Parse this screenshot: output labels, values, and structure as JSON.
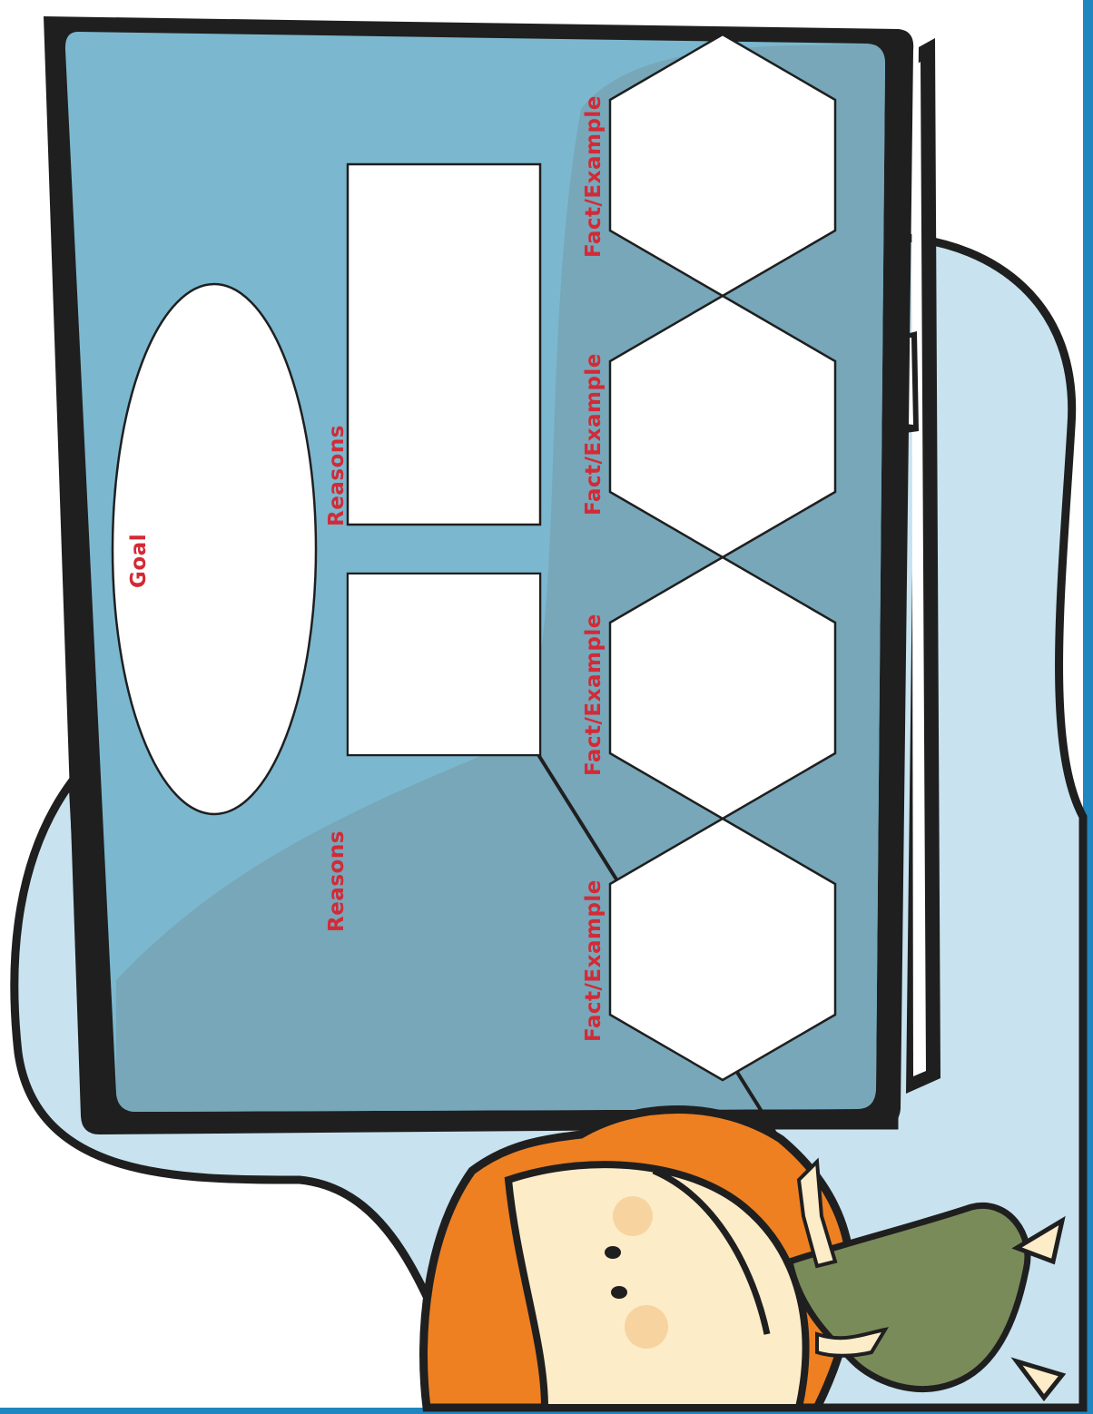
{
  "organizer": {
    "goal_label": "Goal",
    "reasons_labels": [
      "Reasons",
      "Reasons"
    ],
    "fact_labels": [
      "Fact/Example",
      "Fact/Example",
      "Fact/Example",
      "Fact/Example"
    ]
  },
  "colors": {
    "board_blue": "#7bb8cf",
    "board_shade": "#77a7b9",
    "board_frame": "#1f1f1f",
    "background_blob": "#c8e3ef",
    "label_red": "#d32a36",
    "page_edge": "#1f86bf",
    "character_orange": "#ee8022",
    "character_skin": "#fdecc8",
    "character_dress": "#7a8b5a"
  },
  "icons": {
    "character": "cartoon-girl-pointing-icon",
    "easel": "easel-stand-icon"
  }
}
